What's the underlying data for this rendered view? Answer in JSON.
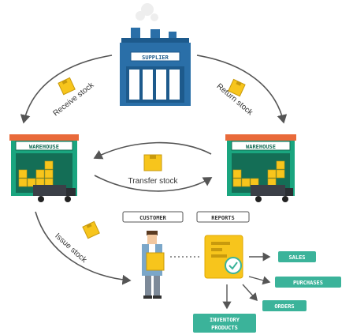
{
  "supplier": {
    "label": "SUPPLIER"
  },
  "warehouse_left": {
    "label": "WAREHOUSE"
  },
  "warehouse_right": {
    "label": "WAREHOUSE"
  },
  "flows": {
    "receive": "Receive stock",
    "return": "Return stock",
    "transfer": "Transfer stock",
    "issue": "Issue stock"
  },
  "tags": {
    "customer": "CUSTOMER",
    "reports": "REPORTS"
  },
  "outputs": {
    "sales": "SALES",
    "purchases": "PURCHASES",
    "orders": "ORDERS",
    "inventory_line1": "INVENTORY",
    "inventory_line2": "PRODUCTS"
  },
  "colors": {
    "blue": "#2a6fa8",
    "green": "#1aa57f",
    "teal": "#3bb39a",
    "yellow": "#f7c51c",
    "roof_orange": "#e96a3a",
    "arrow": "#555555"
  }
}
